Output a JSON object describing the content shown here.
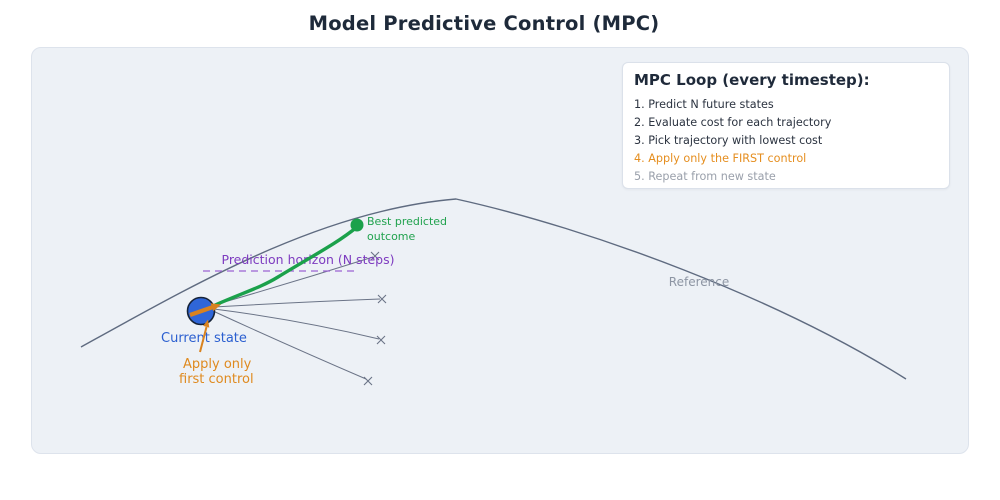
{
  "title": "Model Predictive Control (MPC)",
  "mpc_box": {
    "title": "MPC Loop (every timestep):",
    "items": [
      {
        "text": "1. Predict N future states",
        "emphasis": "normal"
      },
      {
        "text": "2. Evaluate cost for each trajectory",
        "emphasis": "normal"
      },
      {
        "text": "3. Pick trajectory with lowest cost",
        "emphasis": "normal"
      },
      {
        "text": "4. Apply only the FIRST control",
        "emphasis": "highlight"
      },
      {
        "text": "5. Repeat from new state",
        "emphasis": "muted"
      }
    ]
  },
  "diagram": {
    "labels": {
      "prediction_horizon": "Prediction horizon (N steps)",
      "best_outcome_line1": "Best predicted",
      "best_outcome_line2": "outcome",
      "current_state": "Current state",
      "apply_line1": "Apply only",
      "apply_line2": "first control",
      "reference": "Reference"
    },
    "colors": {
      "best_trajectory_green": "#1ba14b",
      "reference_curve_slate": "#5f6b80",
      "candidate_trajectory_gray": "#6b7487",
      "current_state_blue": "#2f66d8",
      "current_state_text_blue": "#2b5fd0",
      "horizon_purple": "#7e3cc0",
      "horizon_dash_purple": "#9b64d4",
      "control_orange": "#df8a1f",
      "muted_text_gray": "#8d95a3"
    }
  }
}
